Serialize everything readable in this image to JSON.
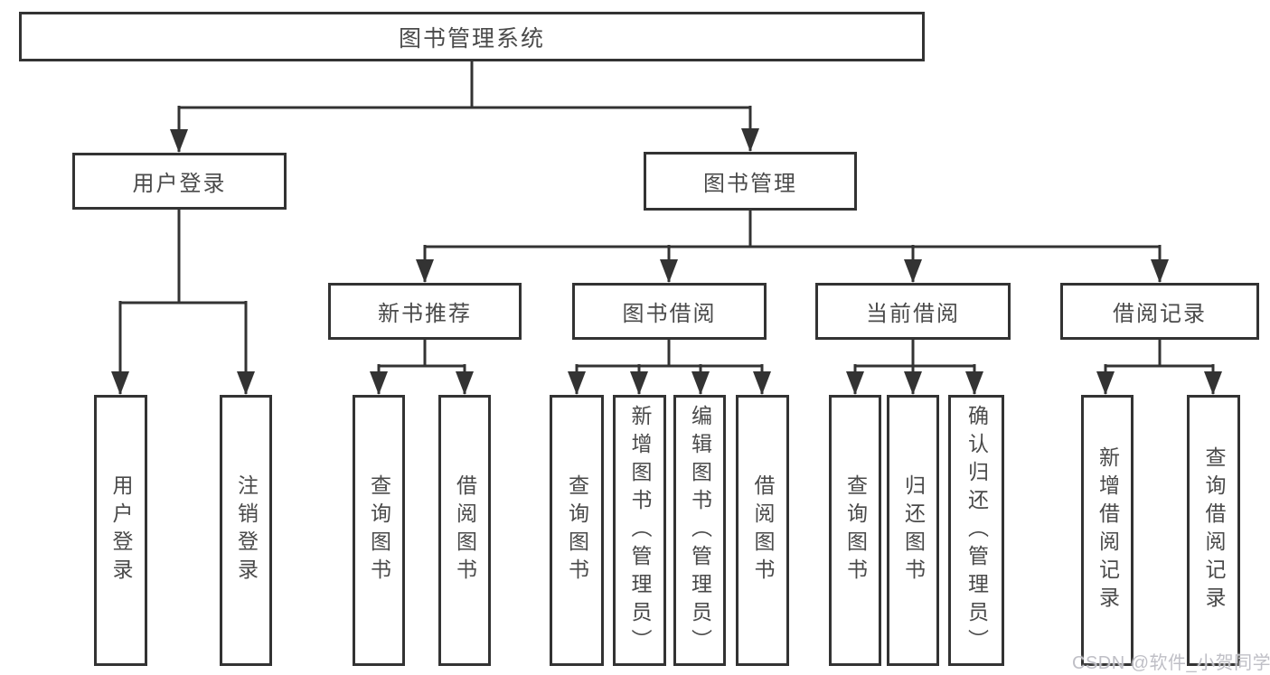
{
  "diagram_type": "hierarchy-tree",
  "colors": {
    "background": "#ffffff",
    "line": "#333333",
    "box_border": "#333333",
    "text": "#4a4a4a",
    "watermark": "#bfbfc6"
  },
  "tree": {
    "root": {
      "label": "图书管理系统",
      "children": [
        {
          "label": "用户登录",
          "children": [
            {
              "label": "用户登录"
            },
            {
              "label": "注销登录"
            }
          ]
        },
        {
          "label": "图书管理",
          "children": [
            {
              "label": "新书推荐",
              "children": [
                {
                  "label": "查询图书"
                },
                {
                  "label": "借阅图书"
                }
              ]
            },
            {
              "label": "图书借阅",
              "children": [
                {
                  "label": "查询图书"
                },
                {
                  "label": "新增图书（管理员）"
                },
                {
                  "label": "编辑图书（管理员）"
                },
                {
                  "label": "借阅图书"
                }
              ]
            },
            {
              "label": "当前借阅",
              "children": [
                {
                  "label": "查询图书"
                },
                {
                  "label": "归还图书"
                },
                {
                  "label": "确认归还（管理员）"
                }
              ]
            },
            {
              "label": "借阅记录",
              "children": [
                {
                  "label": "新增借阅记录"
                },
                {
                  "label": "查询借阅记录"
                }
              ]
            }
          ]
        }
      ]
    }
  },
  "watermark": {
    "text": "CSDN @软件_小贺同学"
  }
}
